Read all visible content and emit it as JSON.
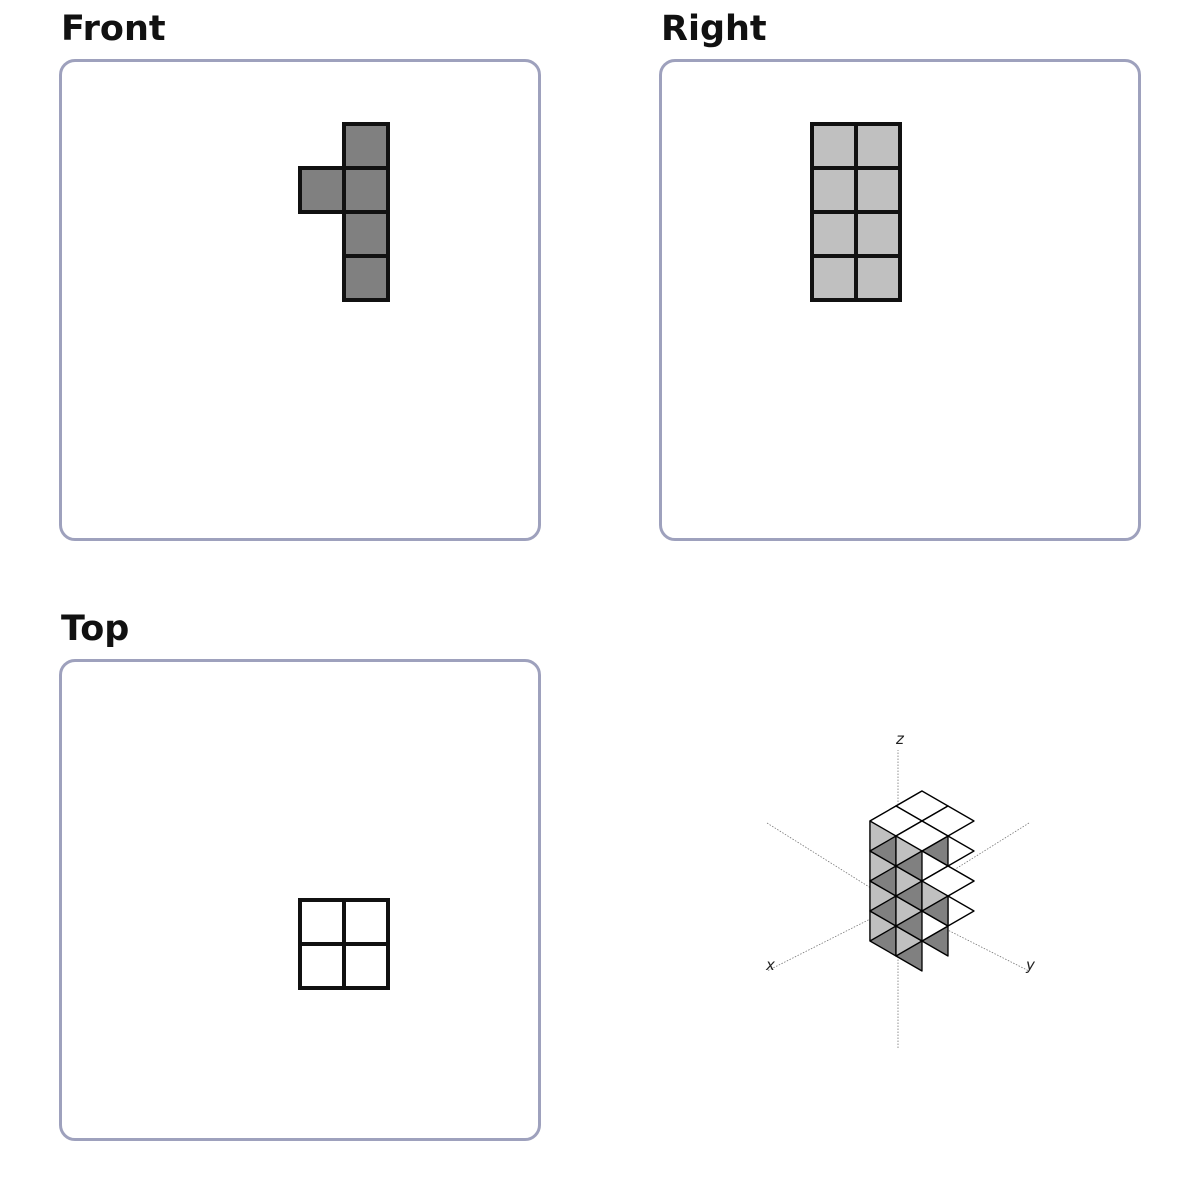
{
  "views": {
    "front": {
      "title": "Front",
      "fill": "#808080",
      "cells": [
        {
          "col": 1,
          "row": 0
        },
        {
          "col": 0,
          "row": 1
        },
        {
          "col": 1,
          "row": 1
        },
        {
          "col": 1,
          "row": 2
        },
        {
          "col": 1,
          "row": 3
        }
      ]
    },
    "right": {
      "title": "Right",
      "fill": "#c0c0c0",
      "cells": [
        {
          "col": 0,
          "row": 0
        },
        {
          "col": 1,
          "row": 0
        },
        {
          "col": 0,
          "row": 1
        },
        {
          "col": 1,
          "row": 1
        },
        {
          "col": 0,
          "row": 2
        },
        {
          "col": 1,
          "row": 2
        },
        {
          "col": 0,
          "row": 3
        },
        {
          "col": 1,
          "row": 3
        }
      ]
    },
    "top": {
      "title": "Top",
      "fill": "#ffffff",
      "cells": [
        {
          "col": 0,
          "row": 0
        },
        {
          "col": 1,
          "row": 0
        },
        {
          "col": 0,
          "row": 1
        },
        {
          "col": 1,
          "row": 1
        }
      ]
    }
  },
  "isometric": {
    "axes": {
      "x": "x",
      "y": "y",
      "z": "z"
    },
    "colors": {
      "front_face": "#808080",
      "side_face": "#c0c0c0",
      "top_face": "#ffffff",
      "edge": "#000000",
      "axis_line": "#777777"
    },
    "cubes": [
      {
        "x": 0,
        "y": 0,
        "z": 0
      },
      {
        "x": 0,
        "y": 0,
        "z": 1
      },
      {
        "x": 0,
        "y": 0,
        "z": 2
      },
      {
        "x": 0,
        "y": 0,
        "z": 3
      },
      {
        "x": 0,
        "y": 1,
        "z": 0
      },
      {
        "x": 0,
        "y": 1,
        "z": 1
      },
      {
        "x": 0,
        "y": 1,
        "z": 2
      },
      {
        "x": 0,
        "y": 1,
        "z": 3
      },
      {
        "x": 1,
        "y": 0,
        "z": 0
      },
      {
        "x": 1,
        "y": 0,
        "z": 1
      },
      {
        "x": 1,
        "y": 0,
        "z": 2
      },
      {
        "x": 1,
        "y": 0,
        "z": 3
      },
      {
        "x": 1,
        "y": 1,
        "z": 0
      },
      {
        "x": 1,
        "y": 1,
        "z": 1
      },
      {
        "x": 1,
        "y": 1,
        "z": 2
      },
      {
        "x": 1,
        "y": 1,
        "z": 3
      },
      {
        "x": 0,
        "y": -1,
        "z": 2
      }
    ]
  }
}
